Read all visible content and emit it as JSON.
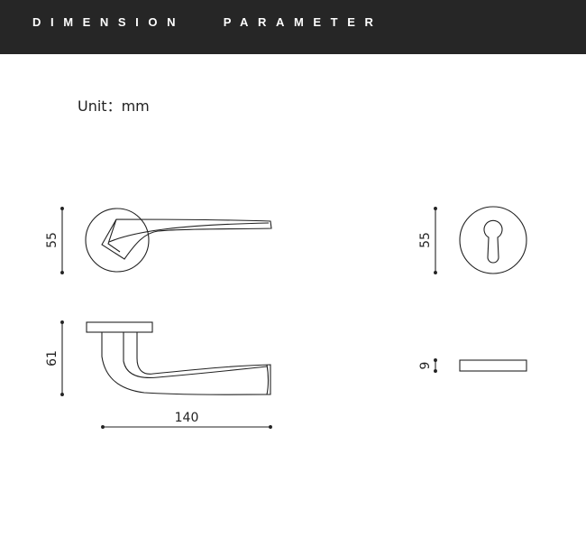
{
  "header": {
    "title": "DIMENSION   PARAMETER"
  },
  "unit_label": "Unit：mm",
  "dimensions": {
    "handle_front_height": "55",
    "handle_side_height": "61",
    "handle_length": "140",
    "escutcheon_front_height": "55",
    "escutcheon_thickness": "9"
  },
  "colors": {
    "header_bg": "#262626",
    "line": "#222222"
  }
}
